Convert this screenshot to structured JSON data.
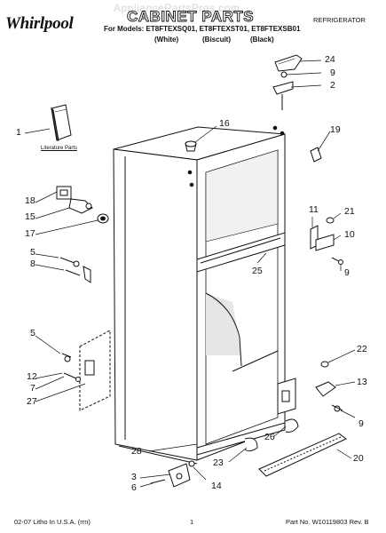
{
  "watermark": "AppliancePartsPros.com",
  "brand": "Whirlpool",
  "title": "CABINET PARTS",
  "models_line": "For Models: ET8FTEXSQ01, ET8FTEXST01, ET8FTEXSB01",
  "color_labels": [
    "(White)",
    "(Biscuit)",
    "(Black)"
  ],
  "category": "REFRIGERATOR",
  "literature_label": "Literature Parts",
  "callouts": {
    "c24": "24",
    "c9a": "9",
    "c2": "2",
    "c1": "1",
    "c16": "16",
    "c19": "19",
    "c18": "18",
    "c15": "15",
    "c17": "17",
    "c11": "11",
    "c21": "21",
    "c10": "10",
    "c5a": "5",
    "c8": "8",
    "c25": "25",
    "c9b": "9",
    "c5b": "5",
    "c12": "12",
    "c7": "7",
    "c27": "27",
    "c22": "22",
    "c13": "13",
    "c9c": "9",
    "c26": "26",
    "c28": "28",
    "c23": "23",
    "c20": "20",
    "c3": "3",
    "c6": "6",
    "c14": "14"
  },
  "footer": {
    "left": "02-07 Litho In U.S.A. (rrn)",
    "page": "1",
    "part_no": "Part No. W10119803 Rev. B"
  },
  "colors": {
    "ink": "#111111",
    "watermark": "#d6d6d6",
    "shade": "#c8c8c8"
  }
}
